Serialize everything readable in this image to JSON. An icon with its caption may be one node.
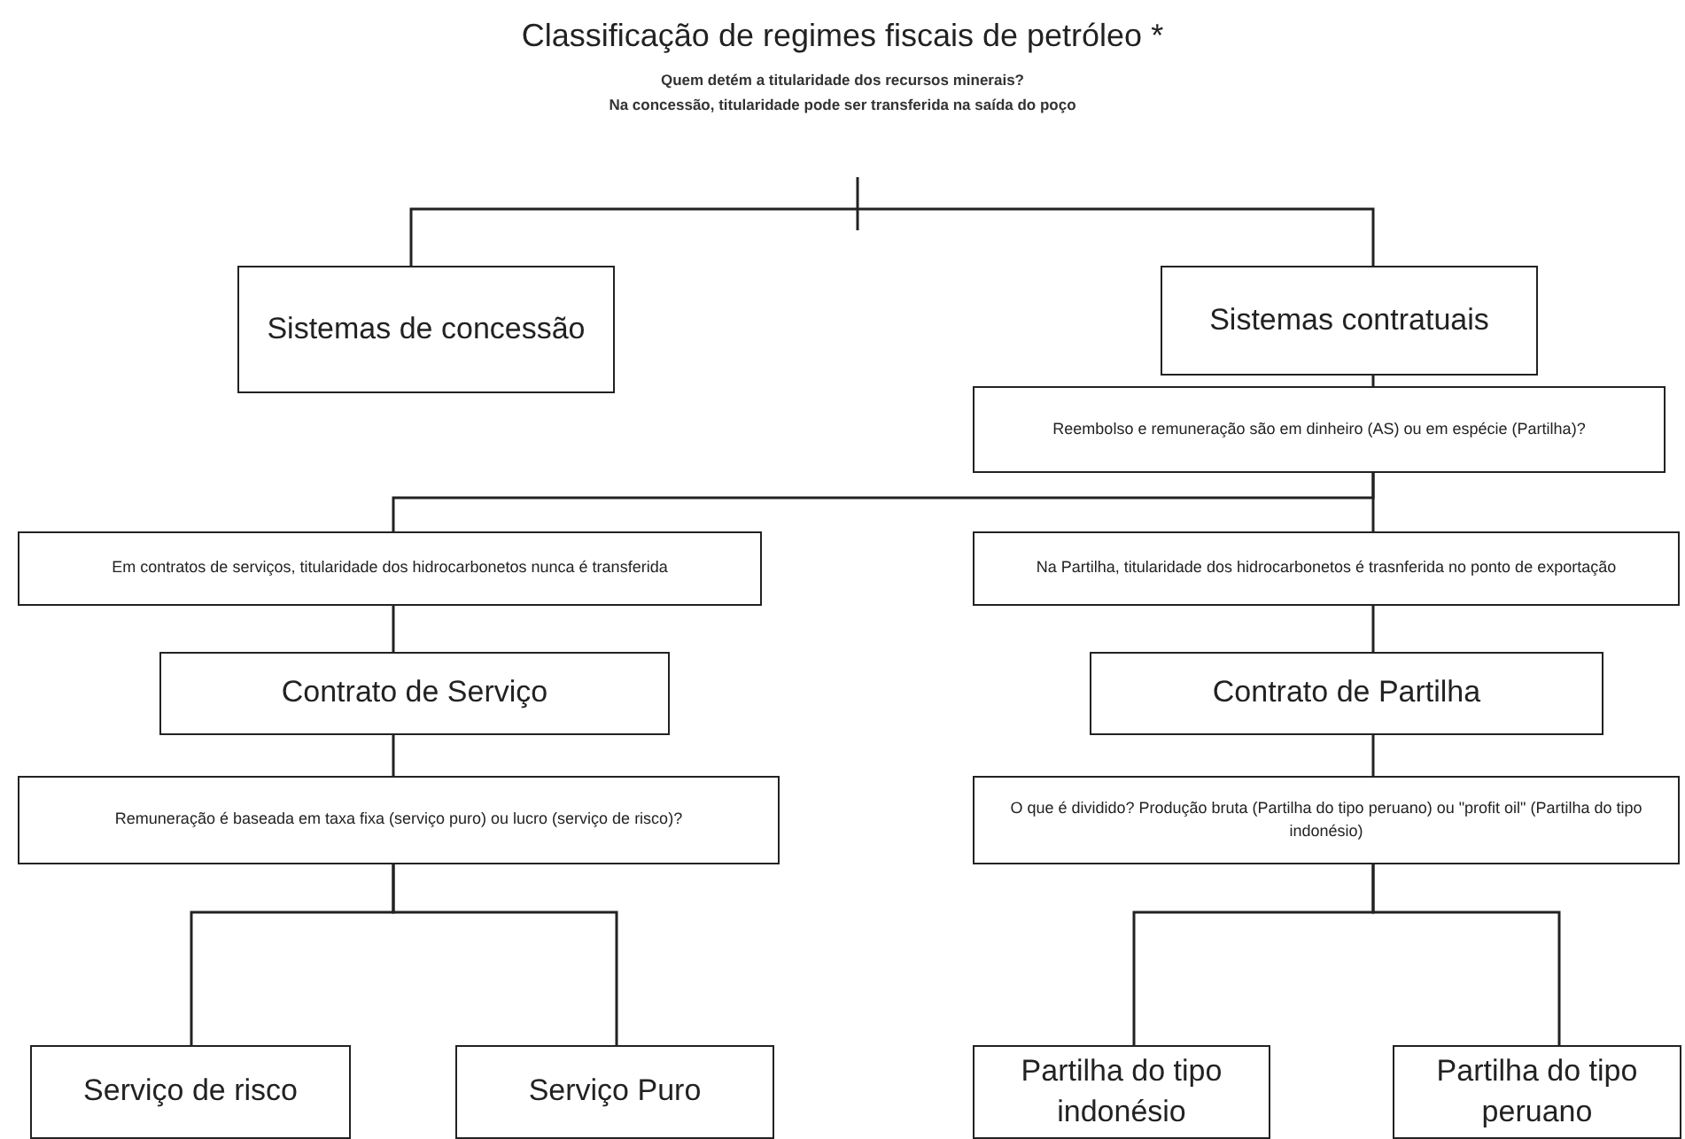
{
  "diagram": {
    "title": "Classificação de regimes fiscais de petróleo *",
    "nodes": [
      {
        "text": [
          "Sistemas de concessão"
        ]
      },
      {
        "text": [
          "Sistemas contratuais"
        ]
      },
      {
        "text": [
          "Reembolso e remuneração são em dinheiro (AS) ou em espécie (Partilha)?"
        ]
      },
      {
        "text": [
          "Em contratos de serviços, titularidade dos hidrocarbonetos nunca é transferida"
        ]
      },
      {
        "text": [
          "Na Partilha, titularidade dos hidrocarbonetos é trasnferida no ponto de exportação"
        ]
      },
      {
        "text": [
          "Contrato de Serviço"
        ]
      },
      {
        "text": [
          "Contrato de Partilha"
        ]
      },
      {
        "text": [
          "Remuneração é baseada em taxa fixa (serviço puro) ou lucro (serviço de risco)?"
        ]
      },
      {
        "text": [
          "O que é dividido?  Produção bruta (Partilha do tipo peruano) ou \"profit oil\" (Partilha do tipo indonésio)"
        ]
      },
      {
        "text": [
          "Serviço de risco"
        ]
      },
      {
        "text": [
          "Serviço Puro"
        ]
      },
      {
        "text": [
          "Partilha do tipo indonésio"
        ]
      },
      {
        "text": [
          "Partilha do tipo peruano"
        ]
      }
    ],
    "edges": [
      {
        "from": null,
        "to": 0,
        "arrow": "none"
      },
      {
        "from": null,
        "to": 1,
        "arrow": "none"
      },
      {
        "from": 1,
        "to": 2,
        "arrow": "none"
      },
      {
        "from": 2,
        "to": 3,
        "arrow": "none"
      },
      {
        "from": 2,
        "to": 4,
        "arrow": "none"
      },
      {
        "from": 3,
        "to": 5,
        "arrow": "none"
      },
      {
        "from": 4,
        "to": 6,
        "arrow": "none"
      },
      {
        "from": 5,
        "to": 7,
        "arrow": "none"
      },
      {
        "from": 6,
        "to": 8,
        "arrow": "none"
      },
      {
        "from": 7,
        "to": 9,
        "arrow": "none"
      },
      {
        "from": 7,
        "to": 10,
        "arrow": "none"
      },
      {
        "from": 8,
        "to": 11,
        "arrow": "none"
      },
      {
        "from": 8,
        "to": 12,
        "arrow": "none"
      }
    ],
    "labels": [
      "Quem detém a titularidade dos recursos minerais?",
      "Na concessão, titularidade pode ser transferida na saída do poço"
    ]
  }
}
